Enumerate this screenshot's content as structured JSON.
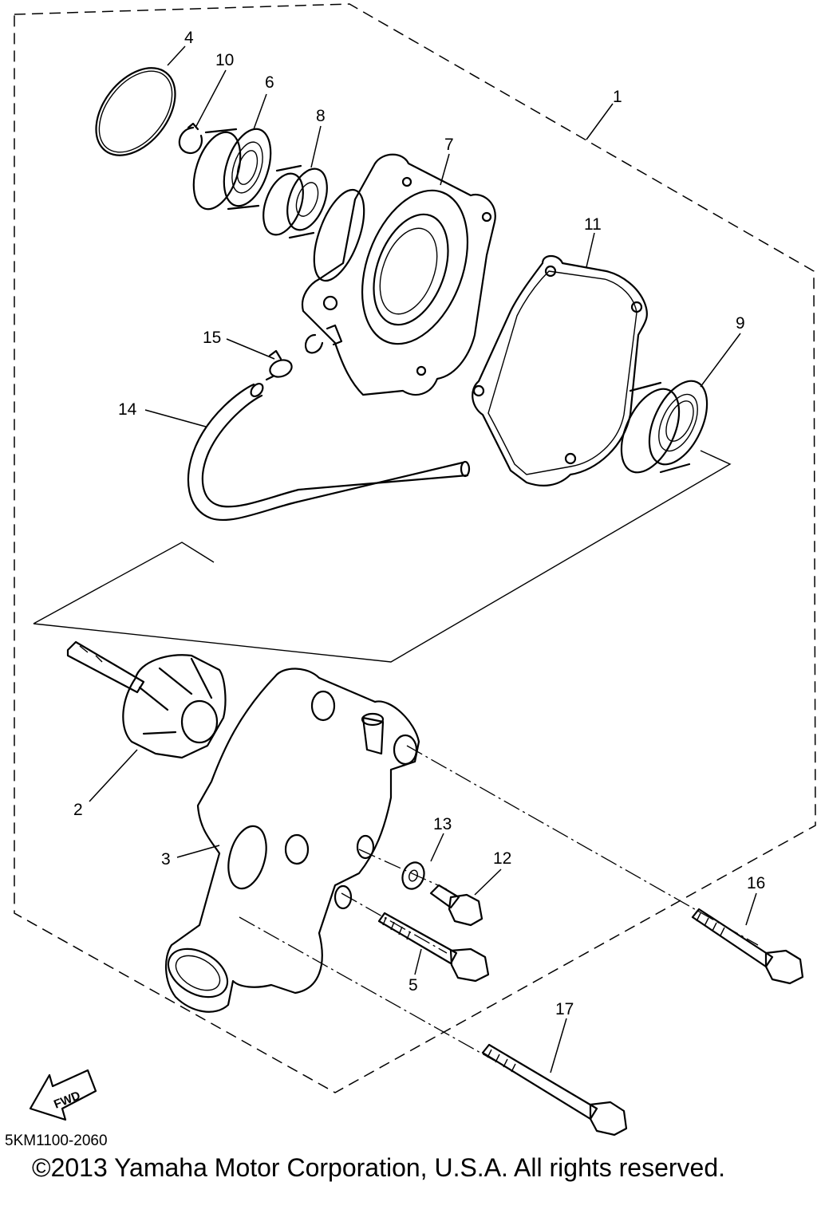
{
  "diagram": {
    "callouts": [
      {
        "id": "1",
        "label": "1"
      },
      {
        "id": "2",
        "label": "2"
      },
      {
        "id": "3",
        "label": "3"
      },
      {
        "id": "4",
        "label": "4"
      },
      {
        "id": "5",
        "label": "5"
      },
      {
        "id": "6",
        "label": "6"
      },
      {
        "id": "7",
        "label": "7"
      },
      {
        "id": "8",
        "label": "8"
      },
      {
        "id": "9",
        "label": "9"
      },
      {
        "id": "10",
        "label": "10"
      },
      {
        "id": "11",
        "label": "11"
      },
      {
        "id": "12",
        "label": "12"
      },
      {
        "id": "13",
        "label": "13"
      },
      {
        "id": "14",
        "label": "14"
      },
      {
        "id": "15",
        "label": "15"
      },
      {
        "id": "16",
        "label": "16"
      },
      {
        "id": "17",
        "label": "17"
      }
    ],
    "fwd_label": "FWD",
    "drawing_code": "5KM1100-2060"
  },
  "footer": {
    "copyright": "©2013 Yamaha Motor Corporation, U.S.A. All rights reserved."
  }
}
